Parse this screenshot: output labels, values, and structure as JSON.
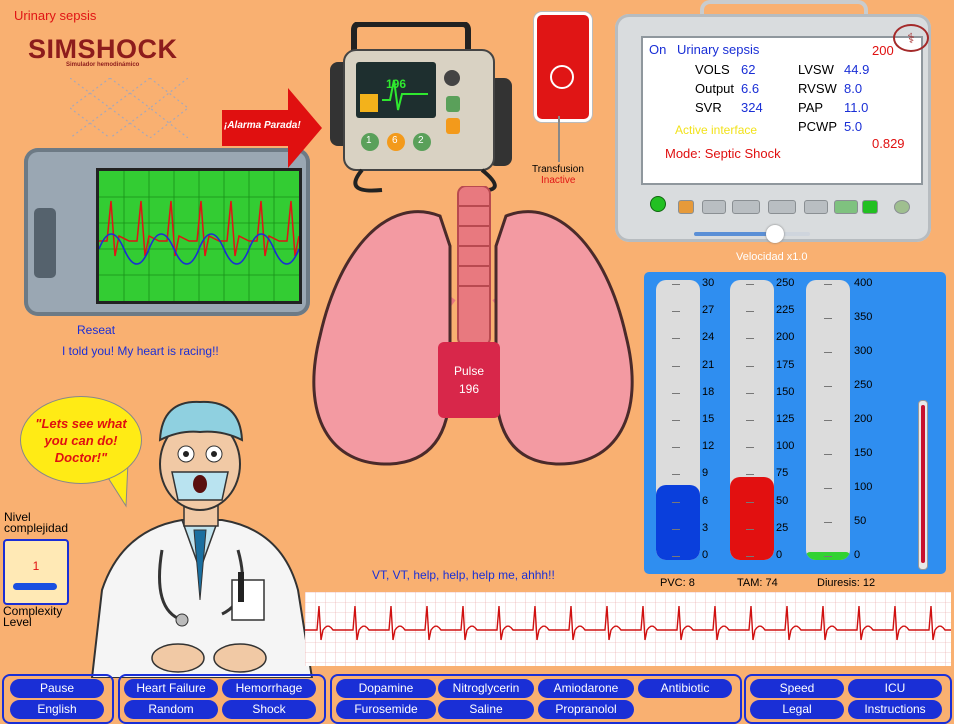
{
  "scenario_label": "Urinary sepsis",
  "logo": {
    "title": "SIMSHOCK",
    "subtitle": "Simulador hemodinámico"
  },
  "scope": {
    "reseat": "Reseat",
    "message": "I told you! My heart is racing!!"
  },
  "alarm_button": "¡Alarma Parada!",
  "defib": {
    "display_value": "196",
    "buttons": [
      "1",
      "6",
      "2"
    ]
  },
  "transfusion": {
    "label": "Transfusion",
    "status": "Inactive"
  },
  "pulse": {
    "label": "Pulse",
    "value": "196"
  },
  "monitor": {
    "state": "On",
    "scenario": "Urinary sepsis",
    "counter": "200",
    "left_params": [
      {
        "label": "VOLS",
        "value": "62"
      },
      {
        "label": "Output",
        "value": "6.6"
      },
      {
        "label": "SVR",
        "value": "324"
      }
    ],
    "right_params": [
      {
        "label": "LVSW",
        "value": "44.9"
      },
      {
        "label": "RVSW",
        "value": "8.0"
      },
      {
        "label": "PAP",
        "value": "11.0"
      },
      {
        "label": "PCWP",
        "value": "5.0"
      }
    ],
    "interface_status": "Active interface",
    "mode": "Mode: Septic Shock",
    "ratio": "0.829",
    "speed_label": "Velocidad x1.0",
    "speed_level": 0.7
  },
  "gauges": {
    "pvc": {
      "ticks": [
        "30",
        "27",
        "24",
        "21",
        "18",
        "15",
        "12",
        "9",
        "6",
        "3",
        "0"
      ],
      "value": 8,
      "max": 30,
      "color": "#0a3fdc",
      "label": "PVC: 8"
    },
    "tam": {
      "ticks": [
        "250",
        "225",
        "200",
        "175",
        "150",
        "125",
        "100",
        "75",
        "50",
        "25",
        "0"
      ],
      "value": 74,
      "max": 250,
      "color": "#e21010",
      "label": "TAM: 74"
    },
    "diuresis": {
      "ticks": [
        "400",
        "350",
        "300",
        "250",
        "200",
        "150",
        "100",
        "50",
        "0"
      ],
      "value": 12,
      "max": 400,
      "color": "#32d232",
      "label": "Diuresis: 12"
    }
  },
  "bubble": [
    "\"Lets see what",
    "you can do!",
    "Doctor!\""
  ],
  "complexity": {
    "label_es": [
      "Nivel",
      "complejidad"
    ],
    "value": "1",
    "label_en": [
      "Complexity",
      "Level"
    ]
  },
  "vt_message": "VT, VT, help, help, help me, ahhh!!",
  "buttons": {
    "pause": "Pause",
    "english": "English",
    "heart_failure": "Heart Failure",
    "hemorrhage": "Hemorrhage",
    "random": "Random",
    "shock": "Shock",
    "dopamine": "Dopamine",
    "nitroglycerin": "Nitroglycerin",
    "amiodarone": "Amiodarone",
    "antibiotic": "Antibiotic",
    "furosemide": "Furosemide",
    "saline": "Saline",
    "propranolol": "Propranolol",
    "speed": "Speed",
    "icu": "ICU",
    "legal": "Legal",
    "instructions": "Instructions"
  },
  "colors": {
    "background": "#f9b071",
    "accent_blue": "#1a2fd6",
    "alert_red": "#e01010"
  }
}
